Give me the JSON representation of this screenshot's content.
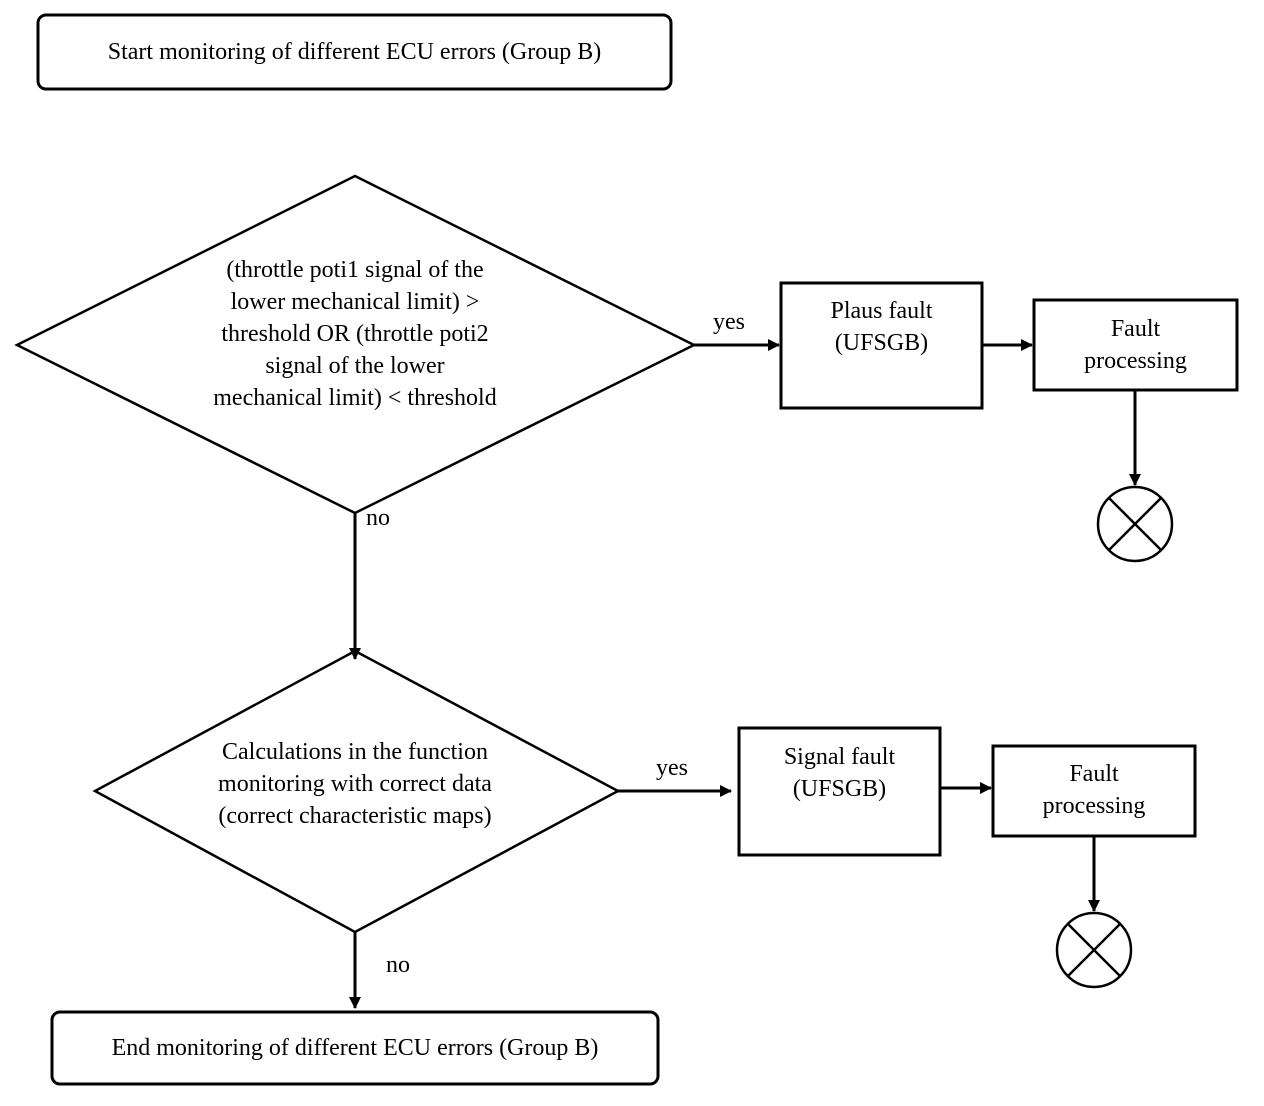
{
  "start": {
    "text": "Start monitoring of different ECU errors (Group B)"
  },
  "decision1": {
    "lines": [
      "(throttle poti1 signal of the",
      "lower mechanical limit) >",
      "threshold OR (throttle poti2",
      "signal of the lower",
      "mechanical limit) < threshold"
    ],
    "yes_label": "yes",
    "no_label": "no"
  },
  "plaus_fault": {
    "lines": [
      "Plaus fault",
      "(UFSGB)"
    ]
  },
  "fault_processing_1": {
    "lines": [
      "Fault",
      "processing"
    ]
  },
  "decision2": {
    "lines": [
      "Calculations in the function",
      "monitoring with correct data",
      "(correct characteristic maps)"
    ],
    "yes_label": "yes",
    "no_label": "no"
  },
  "signal_fault": {
    "lines": [
      "Signal fault",
      "(UFSGB)"
    ]
  },
  "fault_processing_2": {
    "lines": [
      "Fault",
      "processing"
    ]
  },
  "end": {
    "text": "End monitoring of different ECU errors (Group B)"
  }
}
